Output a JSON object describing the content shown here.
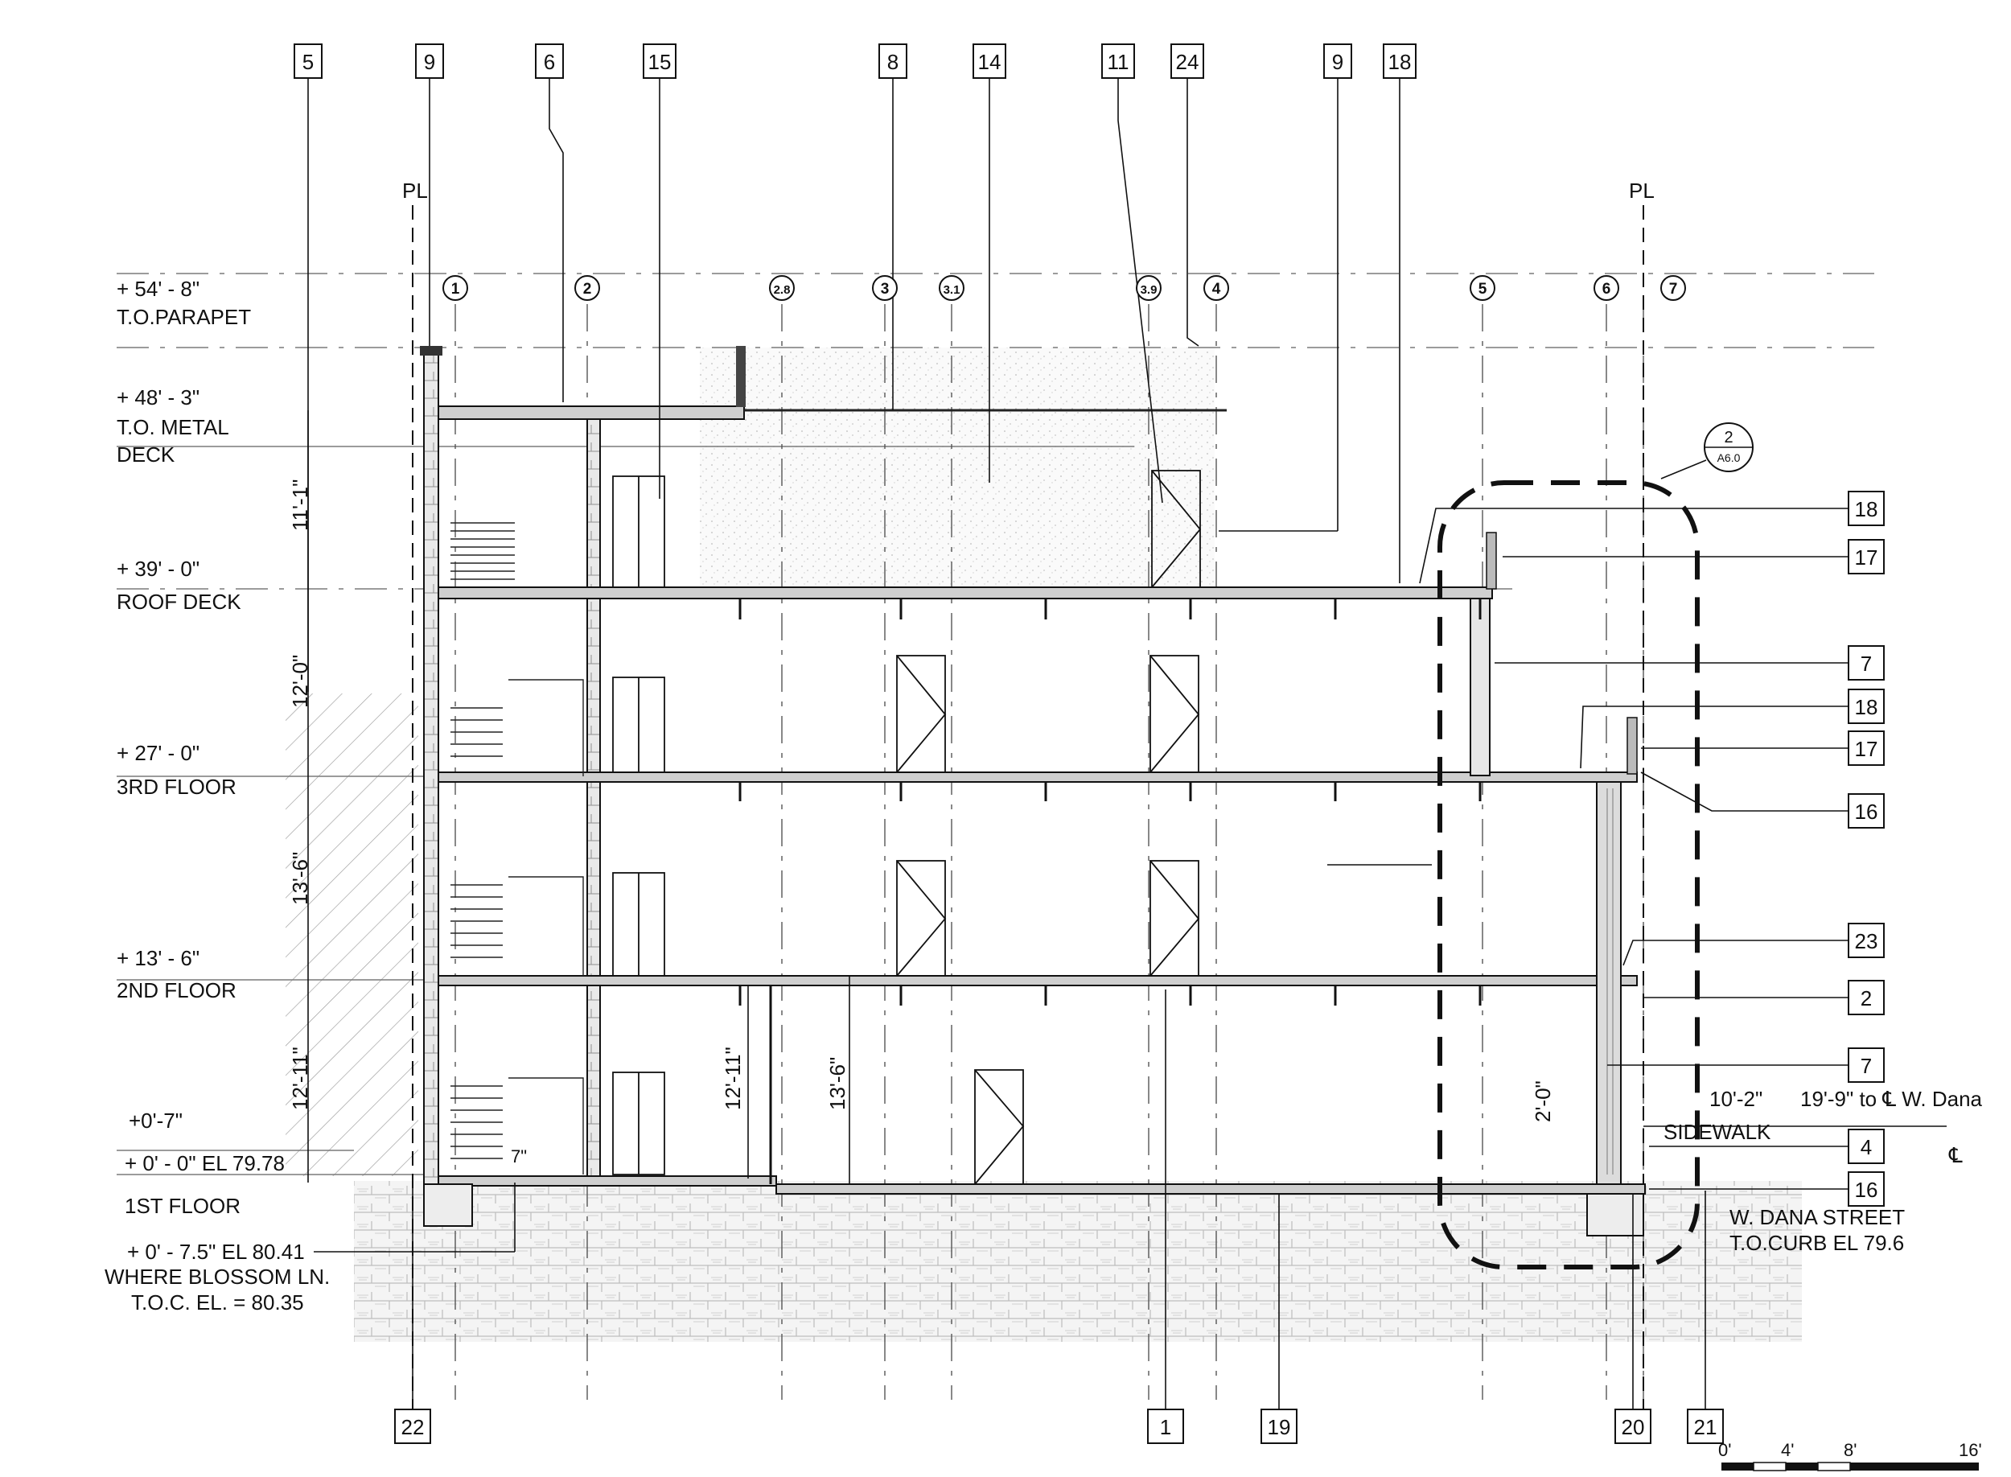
{
  "property_line_label": "PL",
  "levels": [
    {
      "value": "+ 54' - 8\"",
      "name": "T.O.PARAPET"
    },
    {
      "value": "+ 48' - 3\"",
      "name": "T.O. METAL",
      "name2": "DECK"
    },
    {
      "value": "+ 39' - 0\"",
      "name": "ROOF DECK"
    },
    {
      "value": "+ 27' - 0\"",
      "name": "3RD FLOOR"
    },
    {
      "value": "+ 13' - 6\"",
      "name": "2ND FLOOR"
    },
    {
      "value": "+0'-7\"",
      "name": ""
    },
    {
      "value": "+ 0' - 0\"   EL 79.78",
      "name": "1ST FLOOR"
    }
  ],
  "blossom_note": [
    "+ 0' - 7.5\"   EL 80.41",
    "WHERE BLOSSOM LN.",
    "T.O.C. EL. = 80.35"
  ],
  "dana_note": [
    "W. DANA STREET",
    "T.O.CURB EL 79.6"
  ],
  "sidewalk_label": "SIDEWALK",
  "dimensions": {
    "d1": "11'-1\"",
    "d2": "12'-0\"",
    "d3": "13'-6\"",
    "d4": "12'-11\"",
    "d5": "12'-11\"",
    "d6": "13'-6\"",
    "d7": "2'-0\"",
    "d8": "10'-2\"",
    "d9": "19'-9\" to ℄ W. Dana",
    "d10": "7\""
  },
  "grid_bubbles": [
    "1",
    "2",
    "2.8",
    "3",
    "3.1",
    "3.9",
    "4",
    "5",
    "6",
    "7"
  ],
  "keynotes_top": [
    "5",
    "9",
    "6",
    "15",
    "8",
    "14",
    "11",
    "24",
    "9",
    "18"
  ],
  "keynotes_right": [
    "18",
    "17",
    "7",
    "18",
    "17",
    "16",
    "23",
    "2",
    "7",
    "4",
    "16"
  ],
  "keynotes_bottom": [
    "22",
    "1",
    "19",
    "20",
    "21"
  ],
  "detail_callout": {
    "number": "2",
    "sheet": "A6.0"
  },
  "scale_bar": [
    "0'",
    "4'",
    "8'",
    "16'"
  ],
  "centerline_symbol": "℄"
}
